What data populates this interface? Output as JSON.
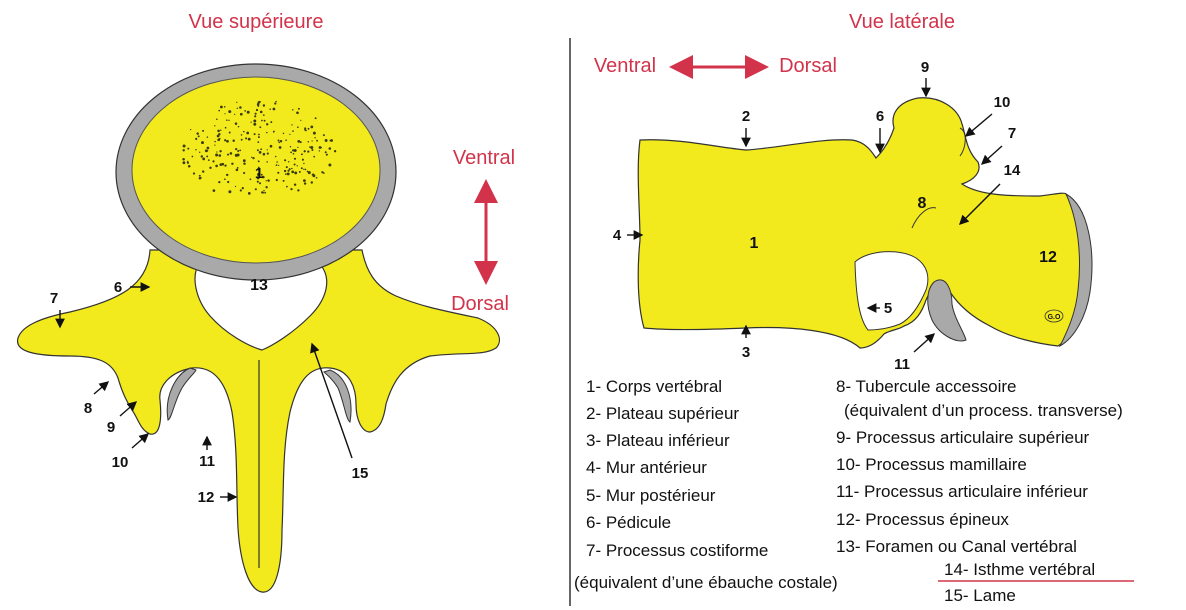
{
  "superior_view": {
    "title": "Vue supérieure",
    "ventral": "Ventral",
    "dorsal": "Dorsal",
    "labels": [
      "1",
      "6",
      "7",
      "8",
      "9",
      "10",
      "11",
      "12",
      "13",
      "15"
    ]
  },
  "lateral_view": {
    "title": "Vue latérale",
    "ventral": "Ventral",
    "dorsal": "Dorsal",
    "labels": [
      "1",
      "2",
      "3",
      "4",
      "5",
      "6",
      "7",
      "8",
      "9",
      "10",
      "11",
      "12",
      "14"
    ],
    "tiny_label": "G.O"
  },
  "legend": {
    "left": [
      "1- Corps vertébral",
      "2- Plateau supérieur",
      "3- Plateau inférieur",
      "4- Mur antérieur",
      "5- Mur postérieur",
      "6- Pédicule",
      "7- Processus costiforme",
      "(équivalent d’une ébauche costale)"
    ],
    "right": [
      "8- Tubercule accessoire",
      "(équivalent d’un process. transverse)",
      "9- Processus articulaire supérieur",
      "10- Processus mamillaire",
      "11- Processus articulaire inférieur",
      "12- Processus épineux",
      "13- Foramen ou Canal vertébral",
      "14- Isthme vertébral",
      "15- Lame"
    ]
  },
  "colors": {
    "bone": "#f2ea1d",
    "cortex": "#a9a9a9",
    "accent": "#d2334a",
    "outline": "#333333"
  }
}
